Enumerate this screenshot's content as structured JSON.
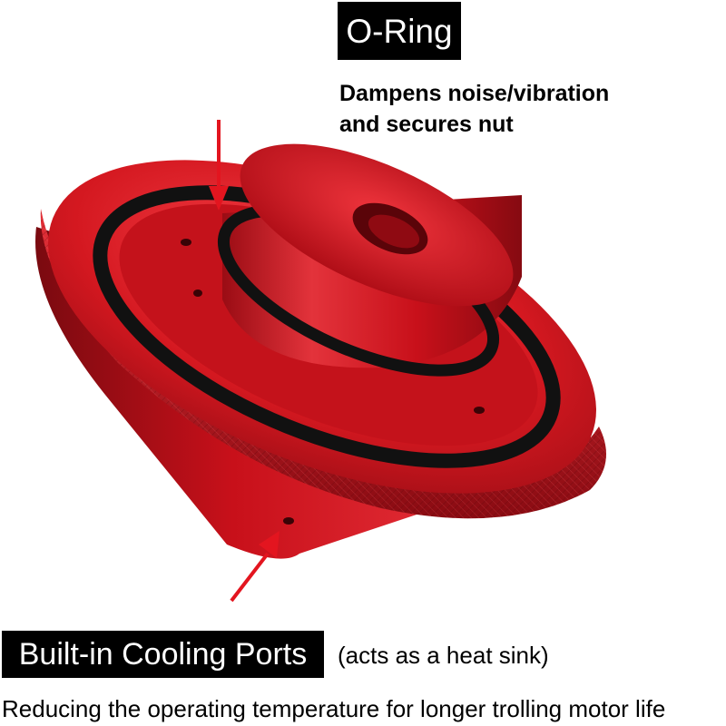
{
  "callouts": {
    "oring": {
      "title": "O-Ring",
      "description_line1": "Dampens noise/vibration",
      "description_line2": "and secures nut"
    },
    "cooling": {
      "title": "Built-in Cooling Ports",
      "note": "(acts as a heat sink)",
      "description": "Reducing the operating temperature for longer trolling motor life"
    }
  },
  "colors": {
    "product_red": "#c8101a",
    "arrow_red": "#e3151f",
    "oring_black": "#111111",
    "label_background": "#000000",
    "label_text": "#ffffff"
  }
}
